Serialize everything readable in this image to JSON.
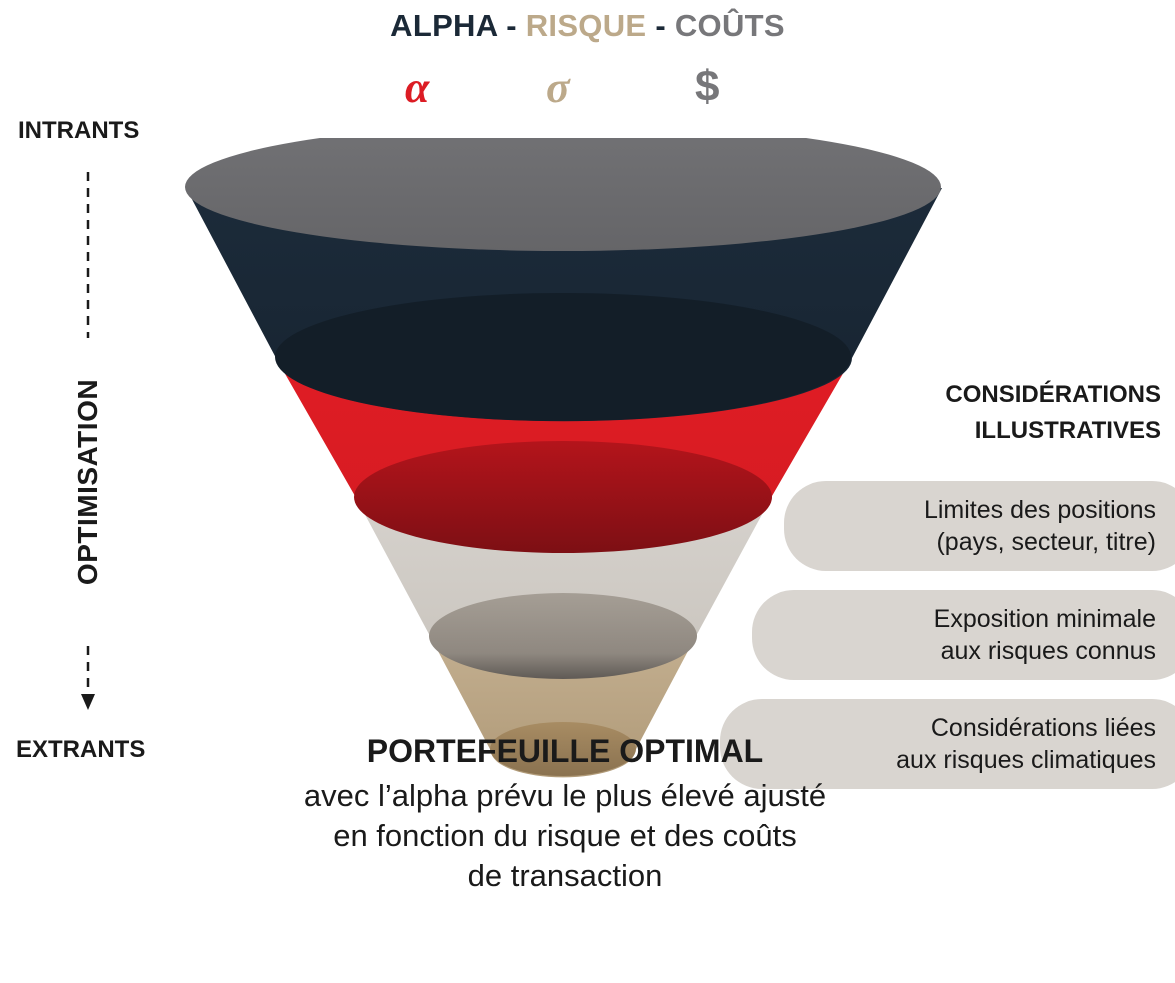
{
  "header": {
    "alpha": "ALPHA",
    "risque": "RISQUE",
    "couts": "COÛTS",
    "sep": "-",
    "alpha_symbol": "α",
    "sigma_symbol": "σ",
    "cost_symbol": "$"
  },
  "axis": {
    "inputs": "INTRANTS",
    "process": "OPTIMISATION",
    "outputs": "EXTRANTS"
  },
  "considerations": {
    "heading_line1": "CONSIDÉRATIONS",
    "heading_line2": "ILLUSTRATIVES",
    "items": [
      {
        "line1": "Limites des positions",
        "line2": "(pays, secteur, titre)"
      },
      {
        "line1": "Exposition minimale",
        "line2": "aux risques connus"
      },
      {
        "line1": "Considérations liées",
        "line2": "aux risques climatiques"
      }
    ]
  },
  "output": {
    "title": "PORTEFEUILLE OPTIMAL",
    "line1": "avec l’alpha prévu le plus élevé ajusté",
    "line2": "en fonction du risque et des coûts",
    "line3": "de transaction"
  },
  "colors": {
    "navy": "#1b2937",
    "red": "#dc1c24",
    "tan": "#bca98a",
    "gray": "#6e6e71",
    "light_gray": "#d9d5d0"
  }
}
